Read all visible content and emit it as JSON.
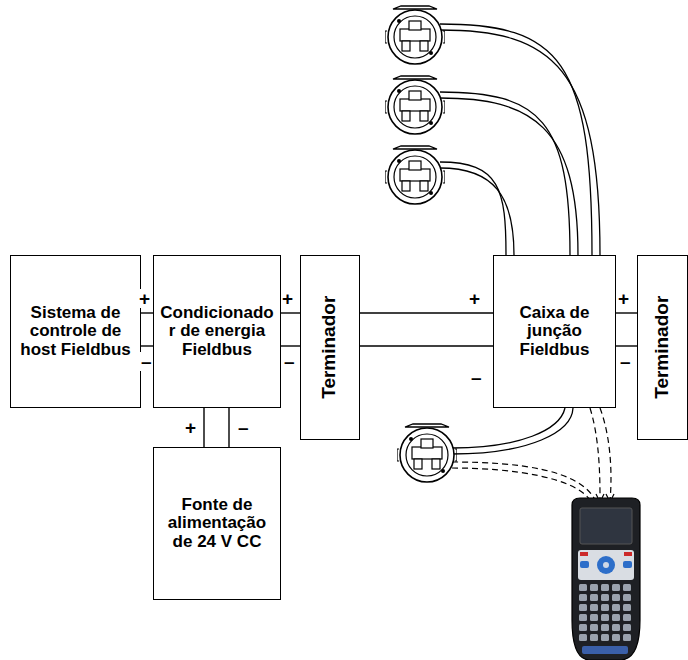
{
  "diagram": {
    "nodes": [
      {
        "text": [
          "Sistema de controle de host Fieldbus"
        ]
      },
      {
        "text": [
          "Condicionador de energia Fieldbus"
        ]
      },
      {
        "text": [
          "Terminador"
        ]
      },
      {
        "text": [
          "Caixa de junção Fieldbus"
        ]
      },
      {
        "text": [
          "Terminador"
        ]
      },
      {
        "text": [
          "Fonte de alimentação de 24 V CC"
        ]
      }
    ],
    "edges": [
      {
        "from": 0,
        "to": 1,
        "arrow": "none"
      },
      {
        "from": 1,
        "to": 2,
        "arrow": "none"
      },
      {
        "from": 2,
        "to": 3,
        "arrow": "none"
      },
      {
        "from": 3,
        "to": 4,
        "arrow": "none"
      },
      {
        "from": 5,
        "to": 1,
        "arrow": "none"
      }
    ],
    "labels": [
      "+",
      "–",
      "+",
      "–",
      "+",
      "–",
      "+",
      "–",
      "+",
      "–"
    ]
  }
}
